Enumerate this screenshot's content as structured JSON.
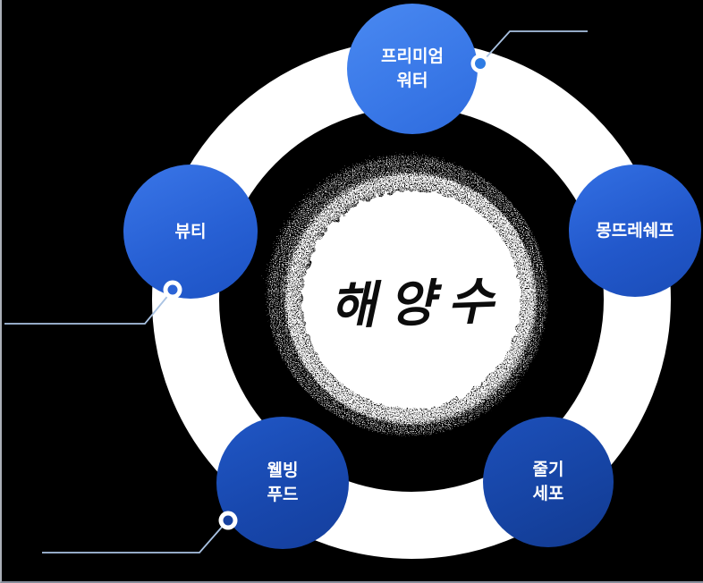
{
  "diagram": {
    "center": {
      "title": "해양수"
    },
    "nodes": [
      {
        "id": "premium-water",
        "lines": [
          "프리미엄",
          "워터"
        ]
      },
      {
        "id": "beauty",
        "lines": [
          "뷰티"
        ]
      },
      {
        "id": "montrechef",
        "lines": [
          "몽뜨레쉐프"
        ]
      },
      {
        "id": "wellbeing-food",
        "lines": [
          "웰빙",
          "푸드"
        ]
      },
      {
        "id": "stem-cell",
        "lines": [
          "줄기",
          "세포"
        ]
      }
    ],
    "colors": {
      "background": "#000000",
      "orbit_ring": "#ffffff",
      "node_blue_bright": "#3d7ce9",
      "node_blue_mid": "#2a63d8",
      "node_blue_dark": "#16419f",
      "connector_line": "#a9c2e2",
      "dot_ring": "#ffffff",
      "node_text": "#ffffff",
      "center_text": "#0c0c0c"
    }
  }
}
